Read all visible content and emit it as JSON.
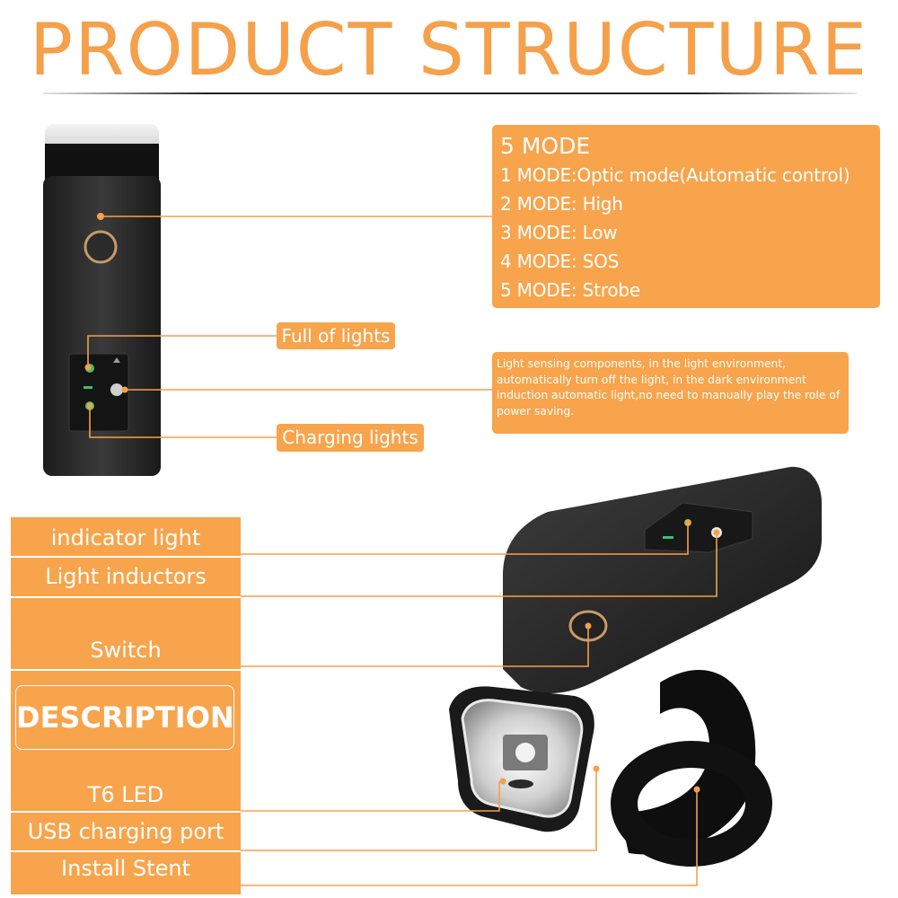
{
  "title": "PRODUCT STRUCTURE",
  "modes": {
    "heading": "5 MODE",
    "items": [
      "1 MODE:Optic mode(Automatic control)",
      "2 MODE: High",
      "3 MODE: Low",
      "4 MODE: SOS",
      "5 MODE: Strobe"
    ]
  },
  "sensor_note": "Light sensing components, in the light environment, automatically turn off the light, in the dark environment induction automatic light,no need to manually play the role of power saving.",
  "callouts": {
    "full_lights": "Full of lights",
    "charging_lights": "Charging lights"
  },
  "left_panel": {
    "indicator_light": "indicator light",
    "light_inductors": "Light inductors",
    "switch": "Switch",
    "description": "DESCRIPTION",
    "t6_led": "T6 LED",
    "usb_port": "USB charging port",
    "install_stent": "Install Stent"
  },
  "colors": {
    "accent": "#f7a44c",
    "body": "#2a2a2a",
    "indicator_green": "#3fbf6a"
  }
}
